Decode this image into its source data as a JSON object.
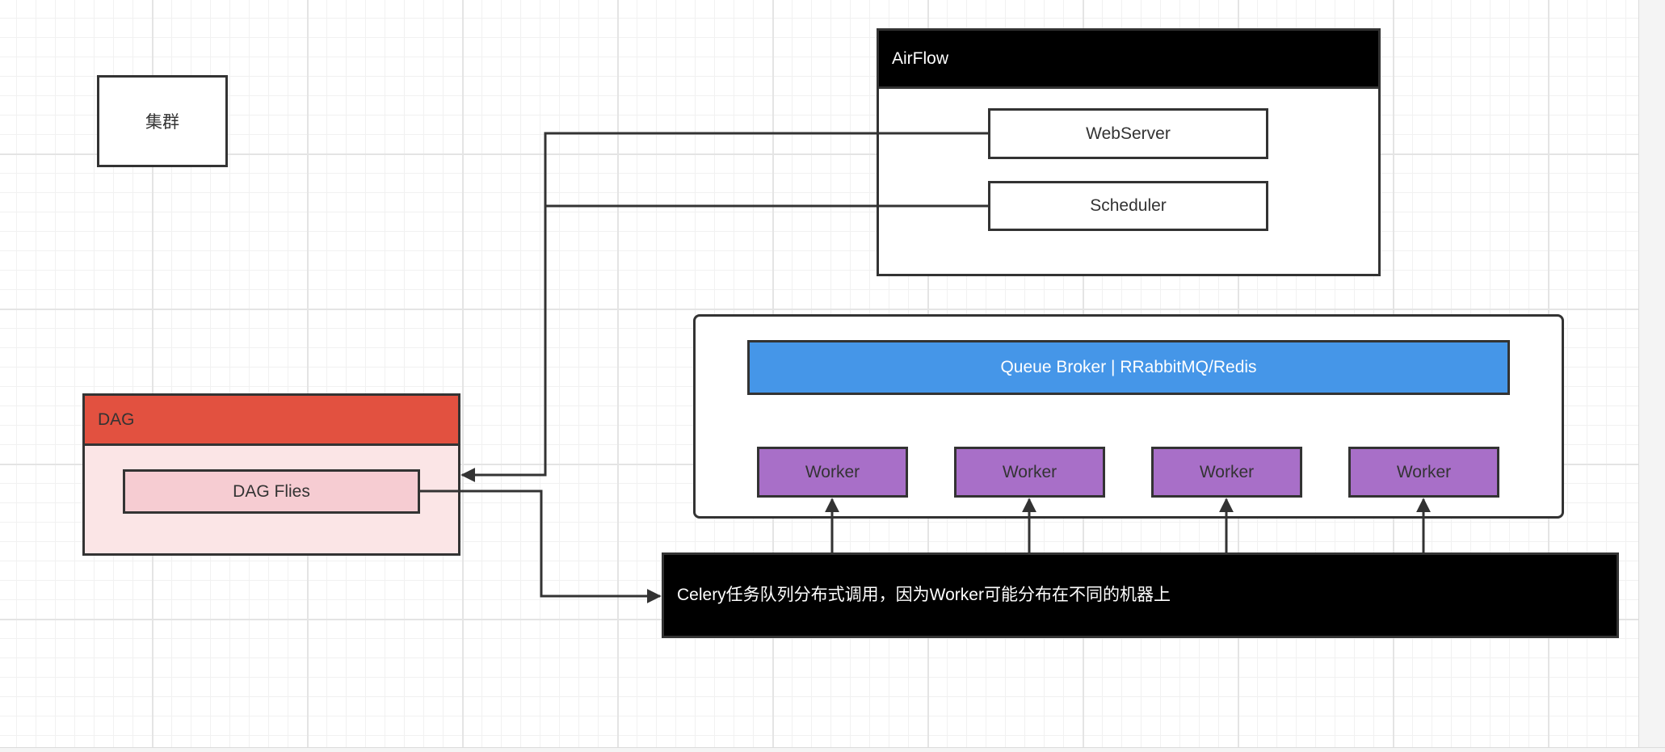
{
  "legend": {
    "label": "集群"
  },
  "airflow": {
    "title": "AirFlow",
    "webserver": "WebServer",
    "scheduler": "Scheduler"
  },
  "broker": {
    "label": "Queue Broker | RRabbitMQ/Redis",
    "color": "#4596e8"
  },
  "workers": [
    {
      "label": "Worker"
    },
    {
      "label": "Worker"
    },
    {
      "label": "Worker"
    },
    {
      "label": "Worker"
    }
  ],
  "worker_color": "#a86fc8",
  "dag": {
    "title": "DAG",
    "files": "DAG Flies",
    "header_color": "#e25140",
    "body_color": "#fbe5e6",
    "files_color": "#f6ccd2"
  },
  "celery": {
    "label": "Celery任务队列分布式调用，因为Worker可能分布在不同的机器上"
  },
  "connections": [
    {
      "from": "WebServer",
      "to": "DAG"
    },
    {
      "from": "Scheduler",
      "to": "DAG"
    },
    {
      "from": "DAG Flies",
      "to": "Celery"
    },
    {
      "from": "Celery",
      "to": "Worker"
    }
  ]
}
